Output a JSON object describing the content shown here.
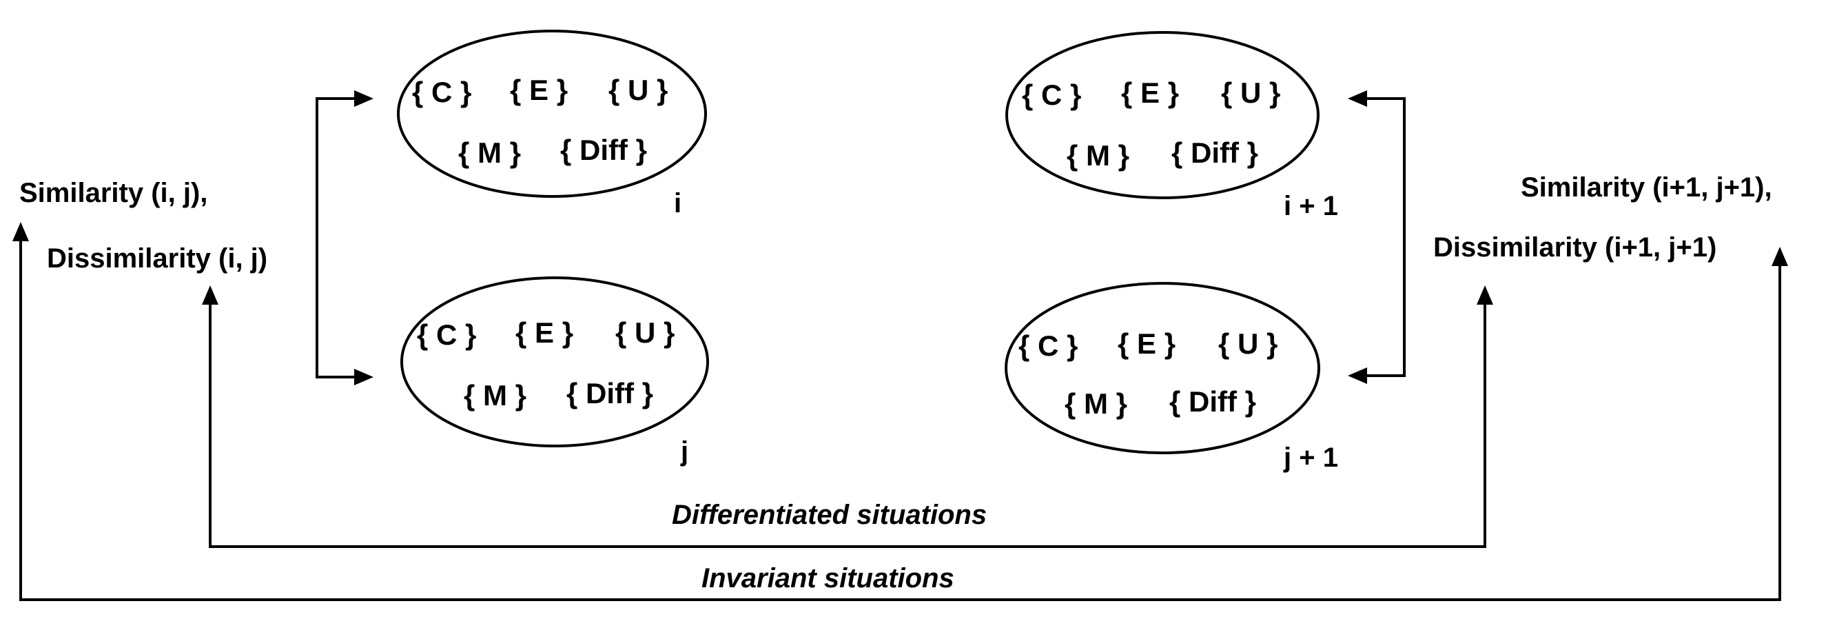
{
  "left_labels": {
    "similarity": "Similarity (i, j),",
    "dissimilarity": "Dissimilarity (i, j)"
  },
  "right_labels": {
    "similarity": "Similarity (i+1, j+1),",
    "dissimilarity": "Dissimilarity (i+1, j+1)"
  },
  "situations": [
    {
      "id": "i",
      "label": "i",
      "sets": {
        "c": "{ C }",
        "e": "{ E }",
        "u": "{ U }",
        "m": "{ M }",
        "diff": "{ Diff }"
      }
    },
    {
      "id": "j",
      "label": "j",
      "sets": {
        "c": "{ C }",
        "e": "{ E }",
        "u": "{ U }",
        "m": "{ M }",
        "diff": "{ Diff }"
      }
    },
    {
      "id": "i+1",
      "label": "i + 1",
      "sets": {
        "c": "{ C }",
        "e": "{ E }",
        "u": "{ U }",
        "m": "{ M }",
        "diff": "{ Diff }"
      }
    },
    {
      "id": "j+1",
      "label": "j + 1",
      "sets": {
        "c": "{ C }",
        "e": "{ E }",
        "u": "{ U }",
        "m": "{ M }",
        "diff": "{ Diff }"
      }
    }
  ],
  "bottom_labels": {
    "differentiated": "Differentiated situations",
    "invariant": "Invariant situations"
  }
}
